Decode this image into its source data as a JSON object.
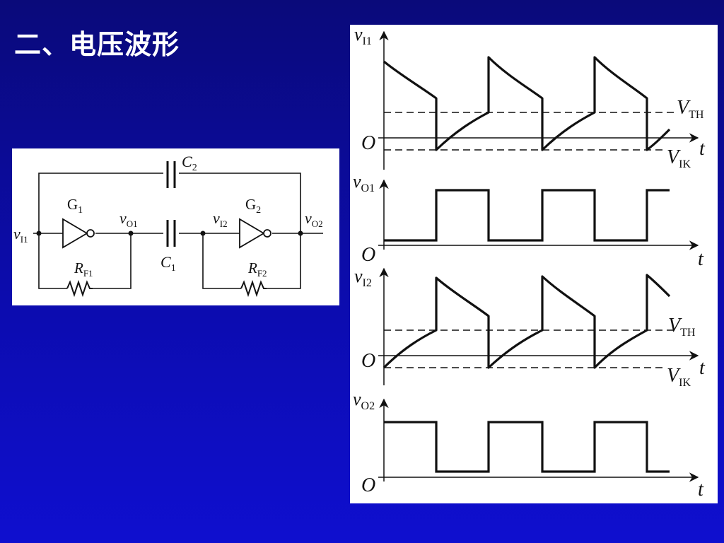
{
  "slide": {
    "title": "二、电压波形"
  },
  "colors": {
    "background": "#0c0cae",
    "title_text": "#ffffff",
    "panel": "#ffffff",
    "ink": "#111111"
  },
  "circuit": {
    "gate1": {
      "name": "G",
      "sub": "1"
    },
    "gate2": {
      "name": "G",
      "sub": "2"
    },
    "cap_c2": {
      "name": "C",
      "sub": "2"
    },
    "cap_c1": {
      "name": "C",
      "sub": "1"
    },
    "res_rf1": {
      "name": "R",
      "sub": "F1"
    },
    "res_rf2": {
      "name": "R",
      "sub": "F2"
    },
    "node_vi1": {
      "name": "v",
      "sub": "I1"
    },
    "node_vo1": {
      "name": "v",
      "sub": "O1"
    },
    "node_vi2": {
      "name": "v",
      "sub": "I2"
    },
    "node_vo2": {
      "name": "v",
      "sub": "O2"
    }
  },
  "waveforms": {
    "vi1": {
      "axis": "v",
      "axis_sub": "I1",
      "origin": "O",
      "time": "t",
      "vth": "V",
      "vth_sub": "TH",
      "vik": "V",
      "vik_sub": "IK"
    },
    "vo1": {
      "axis": "v",
      "axis_sub": "O1",
      "origin": "O",
      "time": "t"
    },
    "vi2": {
      "axis": "v",
      "axis_sub": "I2",
      "origin": "O",
      "time": "t",
      "vth": "V",
      "vth_sub": "TH",
      "vik": "V",
      "vik_sub": "IK"
    },
    "vo2": {
      "axis": "v",
      "axis_sub": "O2",
      "origin": "O",
      "time": "t"
    }
  }
}
